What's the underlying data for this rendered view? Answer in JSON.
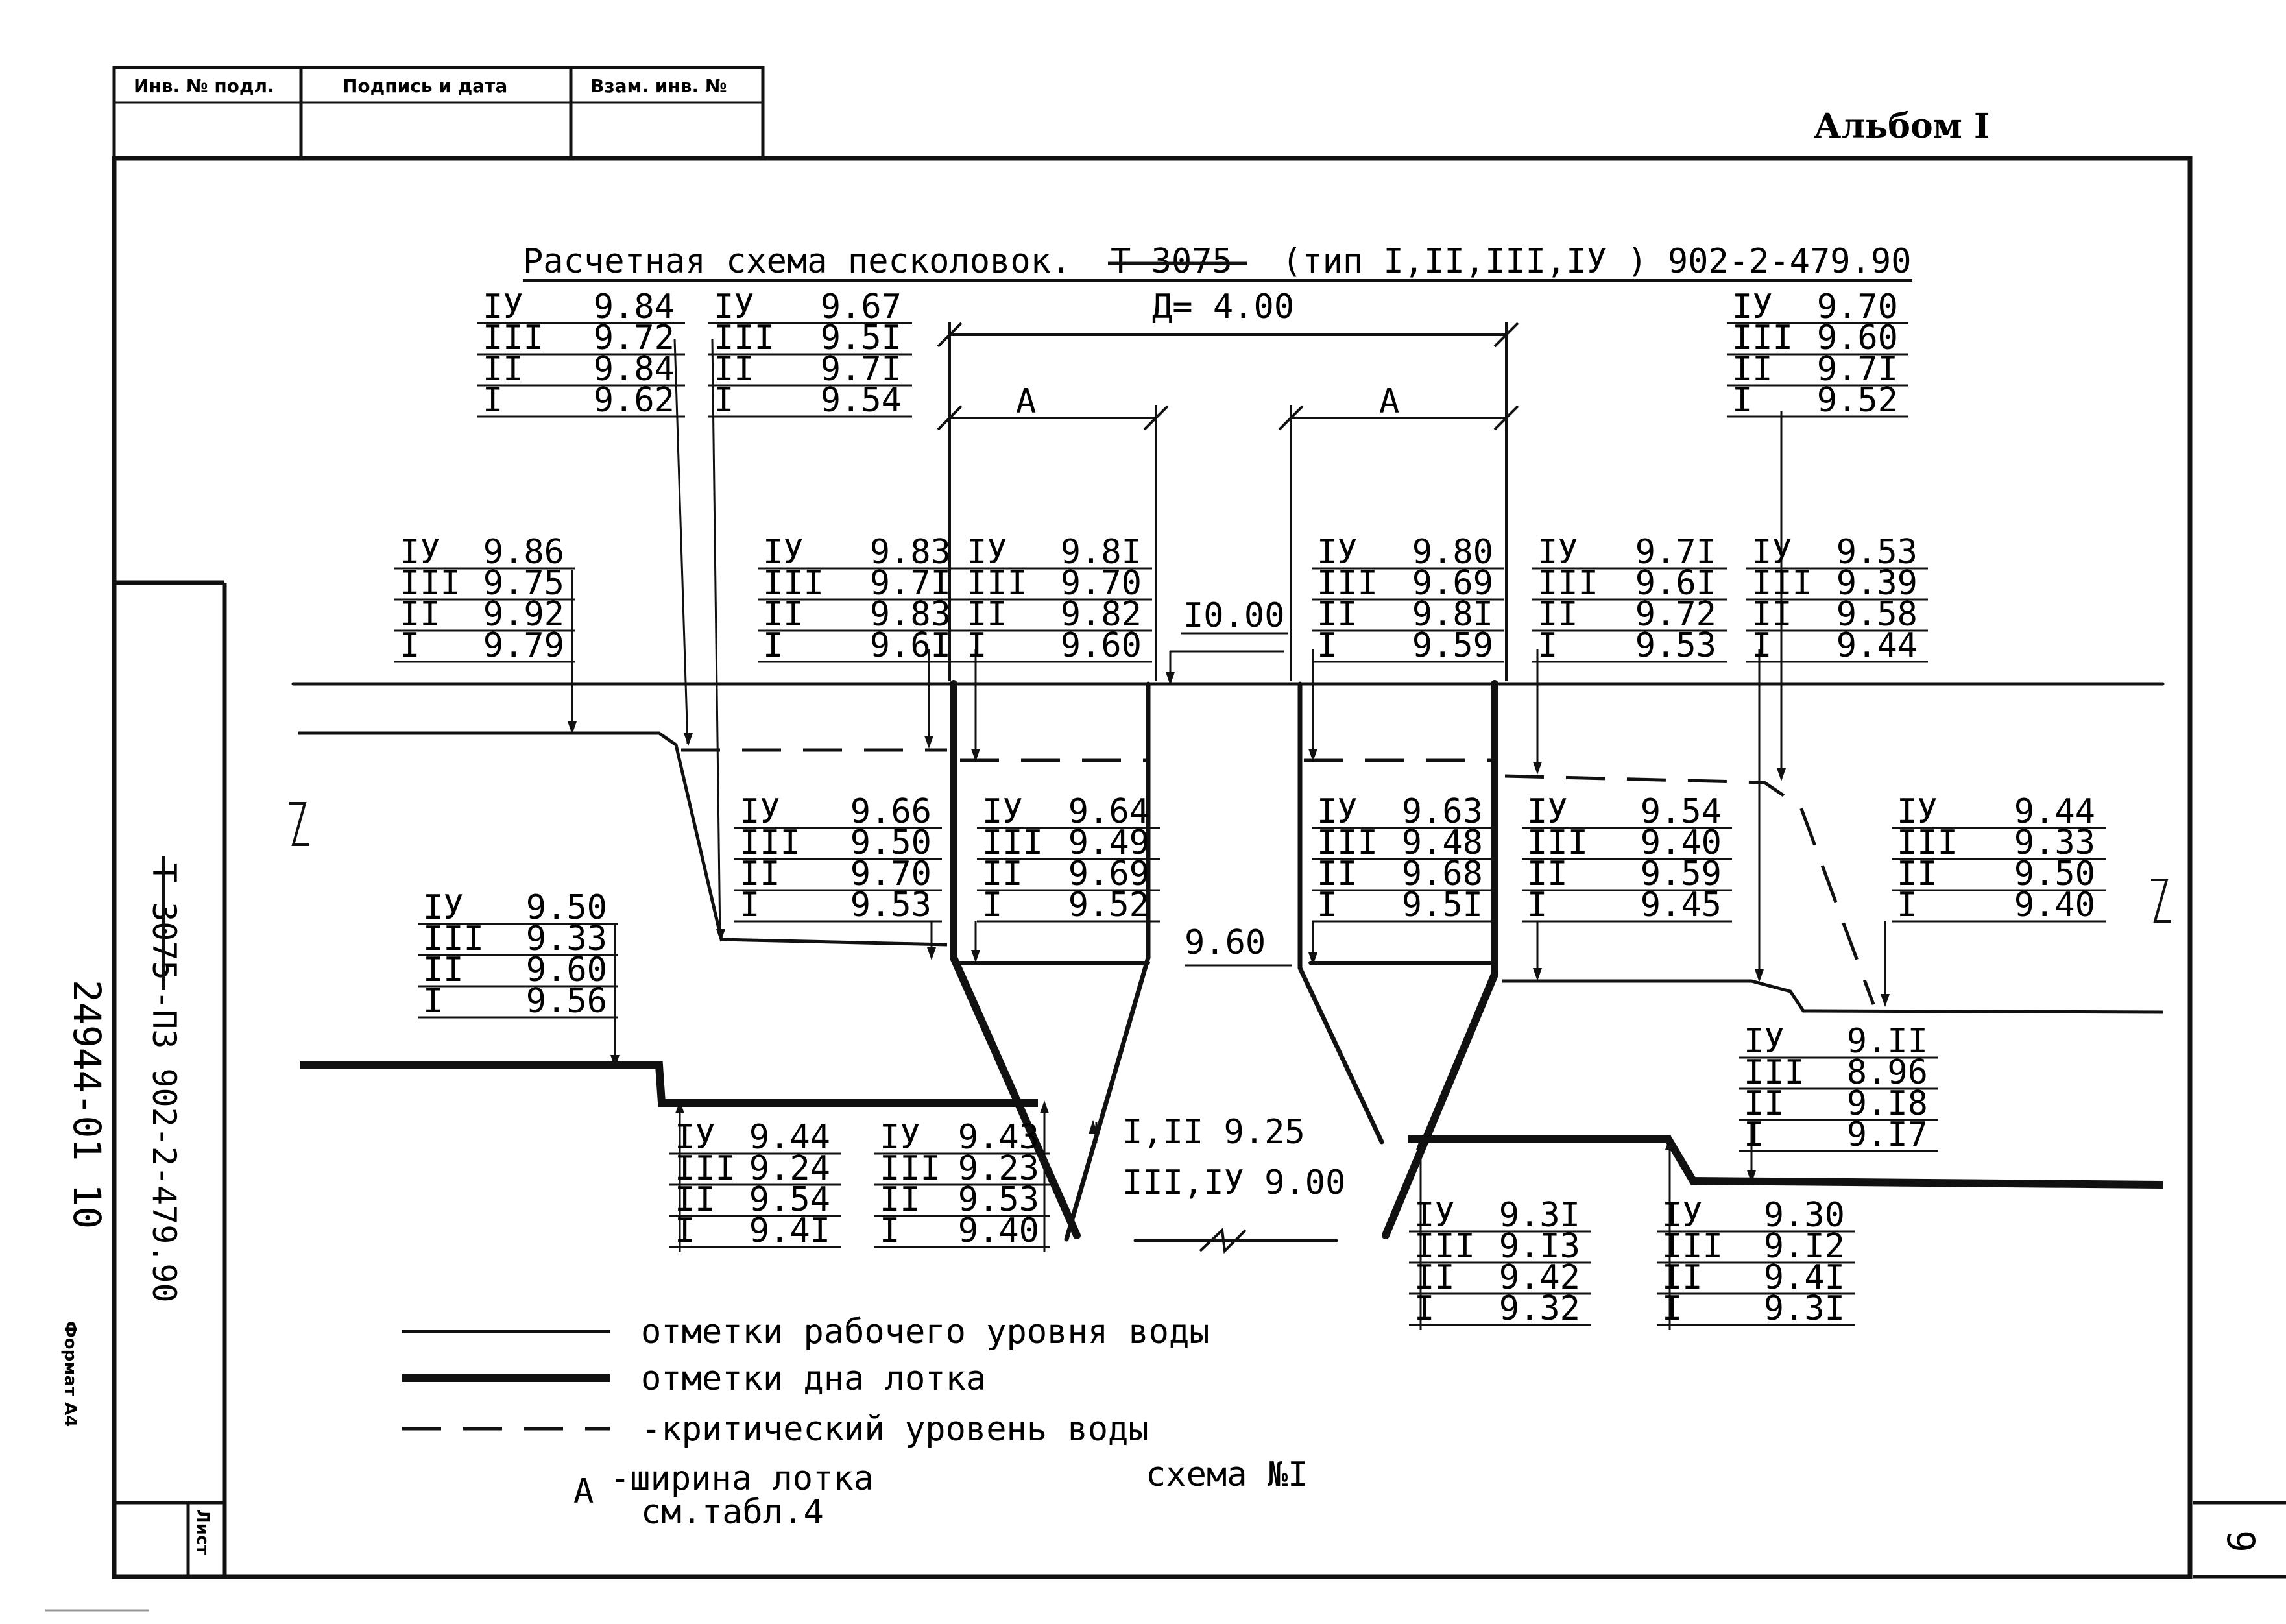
{
  "header": {
    "col1": "Инв. № подл.",
    "col2": "Подпись и дата",
    "col3": "Взам. инв. №"
  },
  "album": "Альбом I",
  "title": {
    "prefix": "Расчетная схема песколовок.",
    "struck": "Т 3075",
    "suffix": "(тип I,II,III,IУ ) 902-2-479.90"
  },
  "dimensions": {
    "total": "Д= 4.00",
    "a": "А"
  },
  "labels": [
    {
      "lines": [
        [
          "IУ",
          "9.84"
        ],
        [
          "III",
          "9.72"
        ],
        [
          "II",
          "9.84"
        ],
        [
          "I",
          "9.62"
        ]
      ]
    },
    {
      "lines": [
        [
          "IУ",
          "9.67"
        ],
        [
          "III",
          "9.5I"
        ],
        [
          "II",
          "9.7I"
        ],
        [
          "I",
          "9.54"
        ]
      ]
    },
    {
      "lines": [
        [
          "IУ",
          "9.70"
        ],
        [
          "III",
          "9.60"
        ],
        [
          "II",
          "9.7I"
        ],
        [
          "I",
          "9.52"
        ]
      ]
    },
    {
      "lines": [
        [
          "IУ",
          "9.86"
        ],
        [
          "III",
          "9.75"
        ],
        [
          "II",
          "9.92"
        ],
        [
          "I",
          "9.79"
        ]
      ]
    },
    {
      "lines": [
        [
          "IУ",
          "9.83"
        ],
        [
          "III",
          "9.7I"
        ],
        [
          "II",
          "9.83"
        ],
        [
          "I",
          "9.6I"
        ]
      ]
    },
    {
      "lines": [
        [
          "IУ",
          "9.8I"
        ],
        [
          "III",
          "9.70"
        ],
        [
          "II",
          "9.82"
        ],
        [
          "I",
          "9.60"
        ]
      ]
    },
    {
      "lines": [
        [
          "IУ",
          "9.80"
        ],
        [
          "III",
          "9.69"
        ],
        [
          "II",
          "9.8I"
        ],
        [
          "I",
          "9.59"
        ]
      ]
    },
    {
      "lines": [
        [
          "IУ",
          "9.7I"
        ],
        [
          "III",
          "9.6I"
        ],
        [
          "II",
          "9.72"
        ],
        [
          "I",
          "9.53"
        ]
      ]
    },
    {
      "lines": [
        [
          "IУ",
          "9.53"
        ],
        [
          "III",
          "9.39"
        ],
        [
          "II",
          "9.58"
        ],
        [
          "I",
          "9.44"
        ]
      ]
    },
    {
      "lines": [
        [
          "IУ",
          "9.66"
        ],
        [
          "III",
          "9.50"
        ],
        [
          "II",
          "9.70"
        ],
        [
          "I",
          "9.53"
        ]
      ]
    },
    {
      "lines": [
        [
          "IУ",
          "9.64"
        ],
        [
          "III",
          "9.49"
        ],
        [
          "II",
          "9.69"
        ],
        [
          "I",
          "9.52"
        ]
      ]
    },
    {
      "lines": [
        [
          "IУ",
          "9.63"
        ],
        [
          "III",
          "9.48"
        ],
        [
          "II",
          "9.68"
        ],
        [
          "I",
          "9.5I"
        ]
      ]
    },
    {
      "lines": [
        [
          "IУ",
          "9.54"
        ],
        [
          "III",
          "9.40"
        ],
        [
          "II",
          "9.59"
        ],
        [
          "I",
          "9.45"
        ]
      ]
    },
    {
      "lines": [
        [
          "IУ",
          "9.44"
        ],
        [
          "III",
          "9.33"
        ],
        [
          "II",
          "9.50"
        ],
        [
          "I",
          "9.40"
        ]
      ]
    },
    {
      "lines": [
        [
          "IУ",
          "9.50"
        ],
        [
          "III",
          "9.33"
        ],
        [
          "II",
          "9.60"
        ],
        [
          "I",
          "9.56"
        ]
      ]
    },
    {
      "lines": [
        [
          "IУ",
          "9.II"
        ],
        [
          "III",
          "8.96"
        ],
        [
          "II",
          "9.I8"
        ],
        [
          "I",
          "9.I7"
        ]
      ]
    },
    {
      "lines": [
        [
          "IУ",
          "9.44"
        ],
        [
          "III",
          "9.24"
        ],
        [
          "II",
          "9.54"
        ],
        [
          "I",
          "9.4I"
        ]
      ]
    },
    {
      "lines": [
        [
          "IУ",
          "9.43"
        ],
        [
          "III",
          "9.23"
        ],
        [
          "II",
          "9.53"
        ],
        [
          "I",
          "9.40"
        ]
      ]
    },
    {
      "lines": [
        [
          "IУ",
          "9.3I"
        ],
        [
          "III",
          "9.I3"
        ],
        [
          "II",
          "9.42"
        ],
        [
          "I",
          "9.32"
        ]
      ]
    },
    {
      "lines": [
        [
          "IУ",
          "9.30"
        ],
        [
          "III",
          "9.I2"
        ],
        [
          "II",
          "9.4I"
        ],
        [
          "I",
          "9.3I"
        ]
      ]
    }
  ],
  "marks": {
    "top_level": "I0.00",
    "mid_level": "9.60",
    "bottom_12": "I,II  9.25",
    "bottom_34": "III,IУ  9.00"
  },
  "legend": {
    "working": "отметки рабочего уровня воды",
    "bottom": "отметки  дна лотка",
    "critical": "-критический уровень воды",
    "a_letter": "А",
    "a_line1": "-ширина лотка",
    "a_line2": "см.табл.4",
    "scheme": "схема №I"
  },
  "side": {
    "doc_struck": "Т 3075",
    "doc_rest": "-ПЗ  902-2-479.90",
    "inventory": "24944-01  10",
    "format": "Формат А4",
    "sheet_label": "Лист",
    "sheet_no": "9"
  }
}
